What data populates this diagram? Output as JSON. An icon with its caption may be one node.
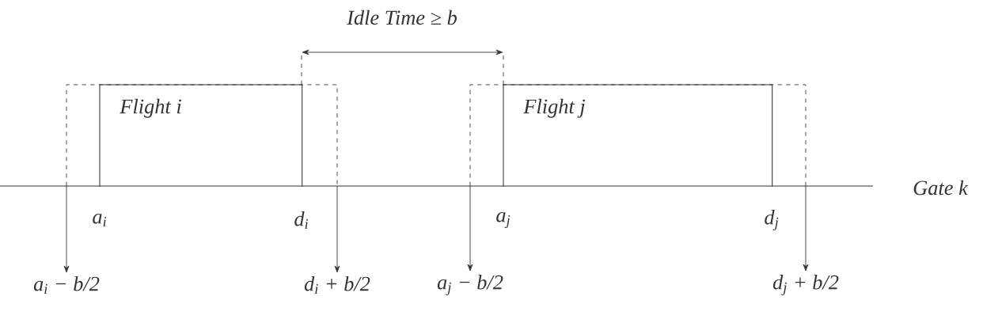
{
  "diagram": {
    "nodes": [
      {
        "text": [
          "Flight i"
        ]
      },
      {
        "text": [
          "Flight j"
        ]
      },
      {
        "text": [
          "a$_{i}$ − b/2"
        ]
      },
      {
        "text": [
          "d$_{i}$ + b/2"
        ]
      },
      {
        "text": [
          "a$_{j}$ − b/2"
        ]
      },
      {
        "text": [
          "d$_{j}$ + b/2"
        ]
      }
    ],
    "edges": [
      {
        "from": null,
        "to": 2,
        "arrow": "to"
      },
      {
        "from": null,
        "to": 3,
        "arrow": "to"
      },
      {
        "from": null,
        "to": 4,
        "arrow": "to"
      },
      {
        "from": null,
        "to": 5,
        "arrow": "to"
      }
    ],
    "labels": [
      "Idle Time ≥ b",
      "a$_{i}$",
      "d$_{i}$",
      "a$_{j}$",
      "d$_{j}$",
      "Gate k"
    ]
  }
}
